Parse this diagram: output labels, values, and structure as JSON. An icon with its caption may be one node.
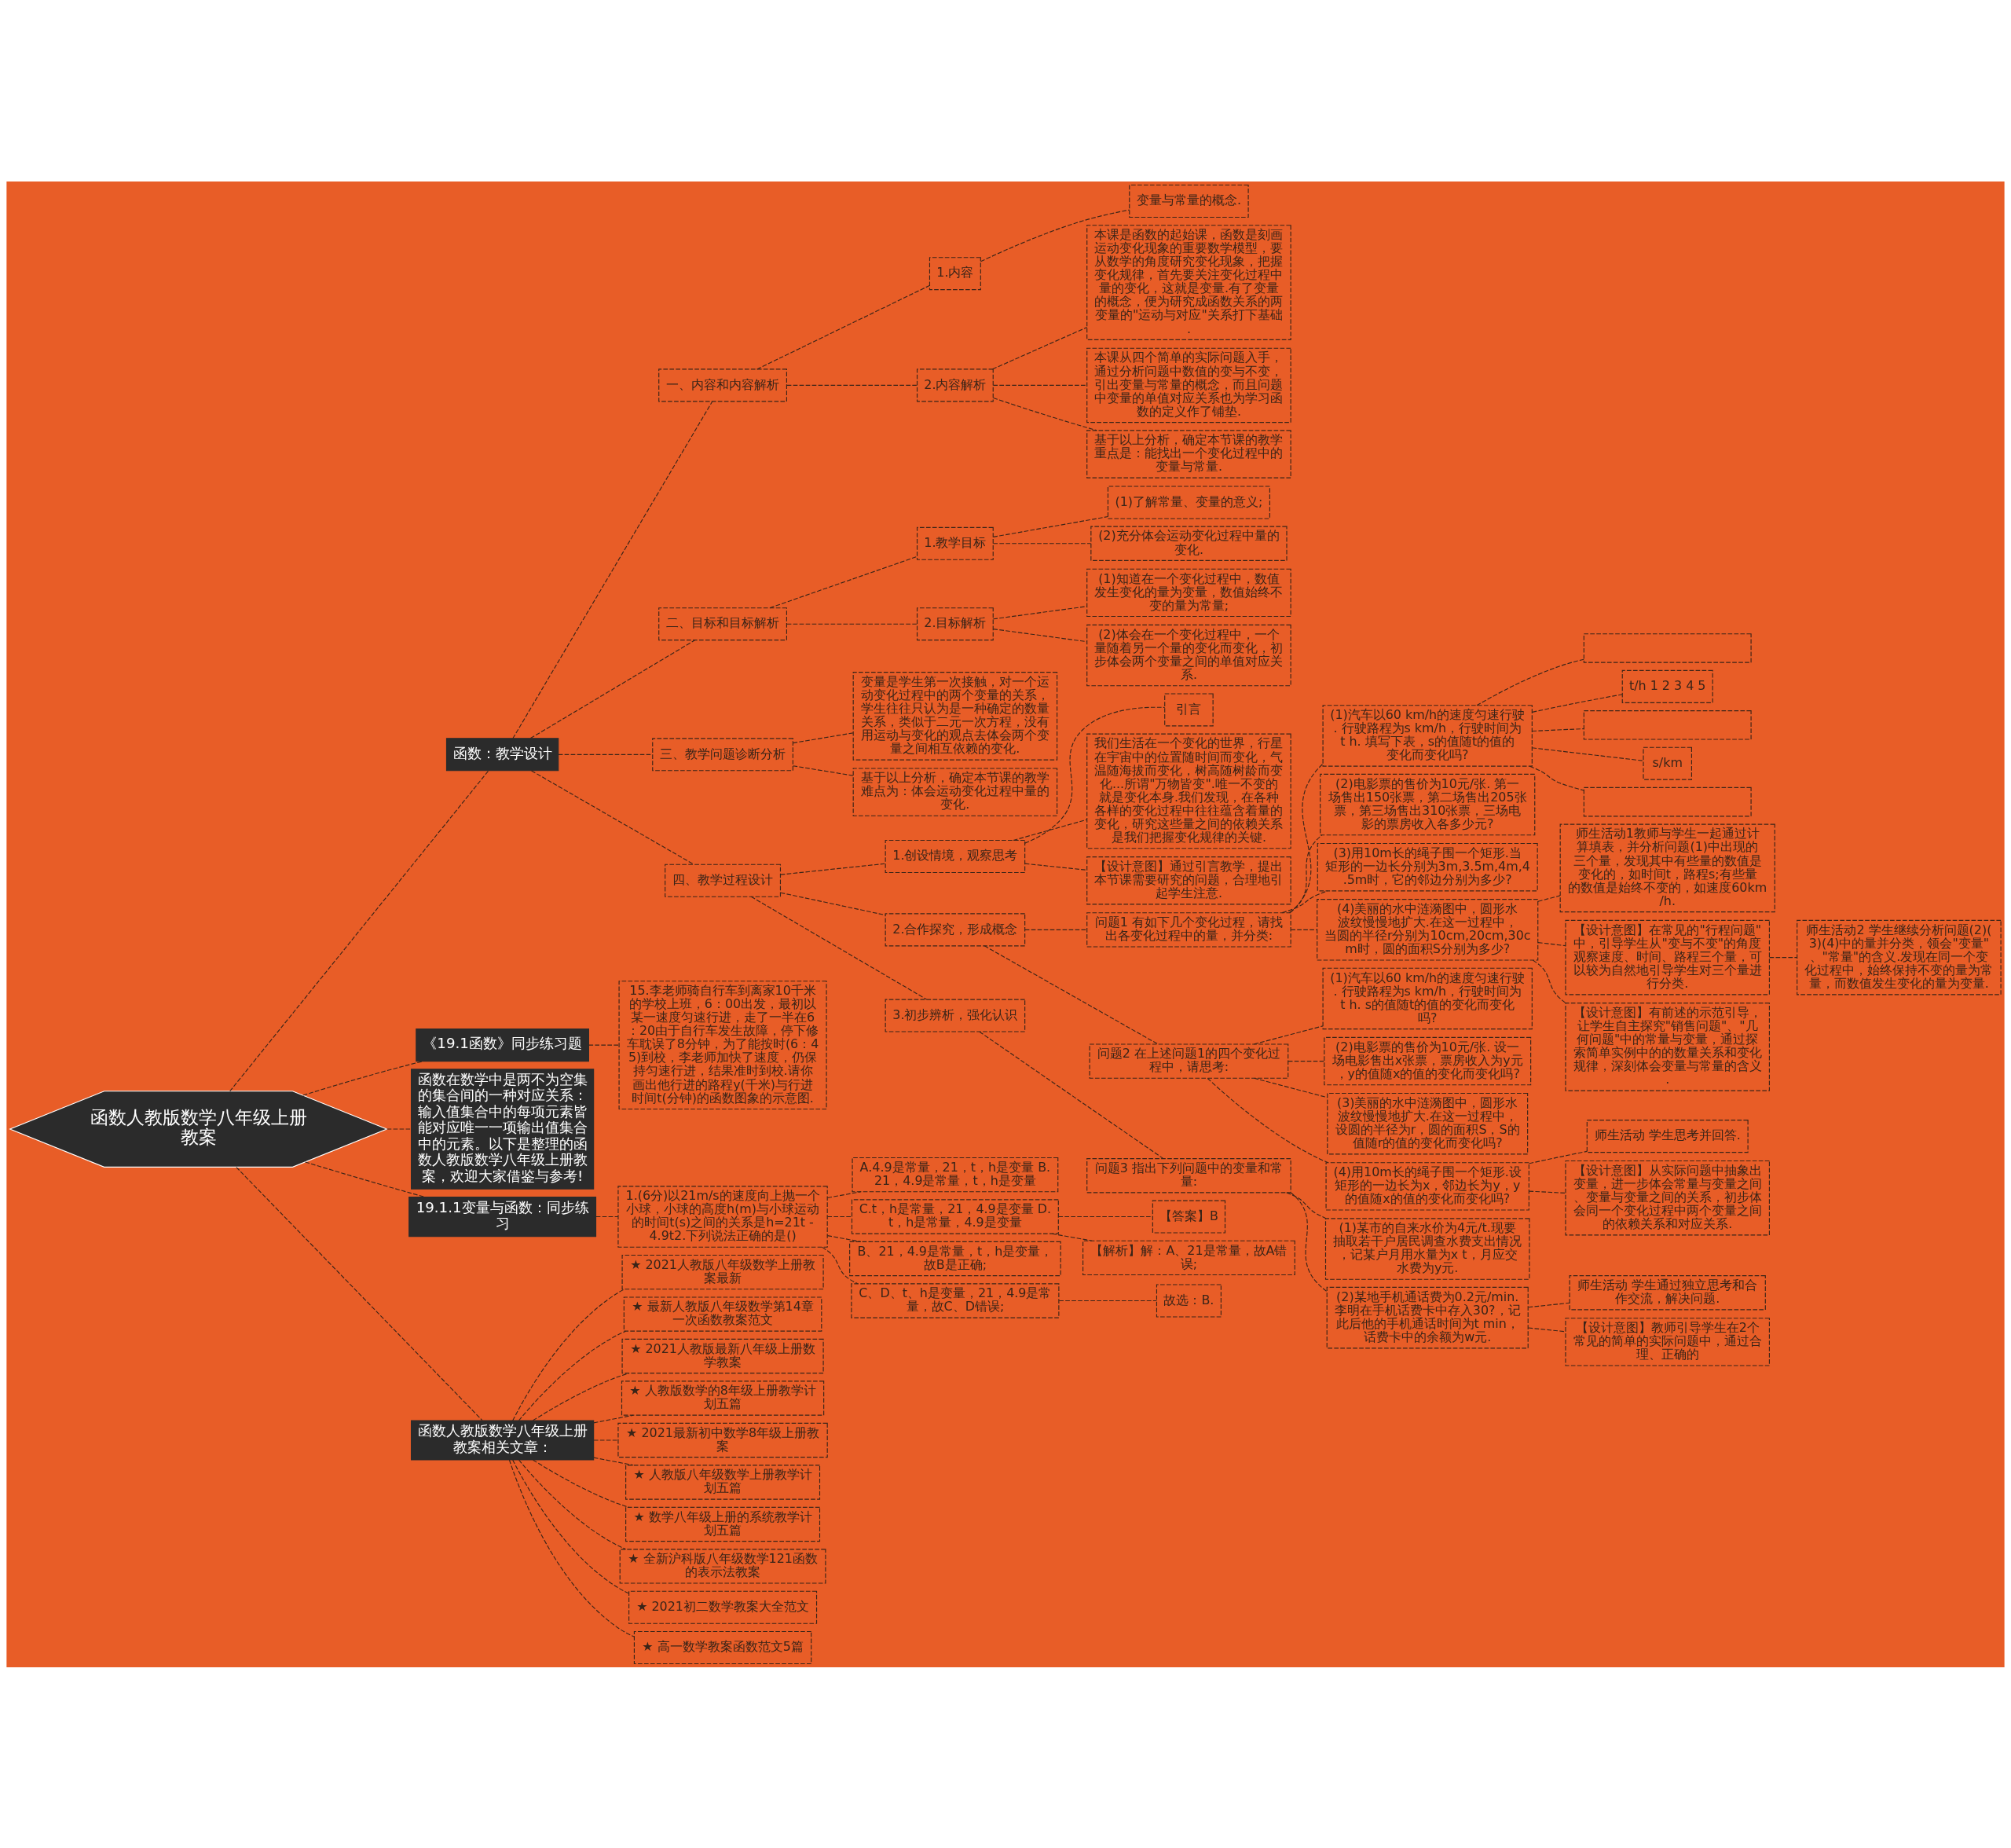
{
  "diagram": {
    "nodes": [
      {
        "text": [
          "函数人教版数学八年级上册教案"
        ]
      },
      {
        "text": [
          "函数：教学设计"
        ]
      },
      {
        "text": [
          "一、内容和内容解析"
        ]
      },
      {
        "text": [
          "1.内容"
        ]
      },
      {
        "text": [
          "变量与常量的概念."
        ]
      },
      {
        "text": [
          "2.内容解析"
        ]
      },
      {
        "text": [
          "本课是函数的起始课，函数是刻画运动变化现象的重要数学模型，要从数学的角度研究变化现象，把握变化规律，首先要关注变化过程中量的变化，这就是变量.有了变量的概念，便为研究成函数关系的两变量的\"运动与对应\"关系打下基础."
        ]
      },
      {
        "text": [
          "本课从四个简单的实际问题入手，通过分析问题中数值的变与不变，引出变量与常量的概念，而且问题中变量的单值对应关系也为学习函数的定义作了铺垫."
        ]
      },
      {
        "text": [
          "基于以上分析，确定本节课的教学重点是：能找出一个变化过程中的变量与常量."
        ]
      },
      {
        "text": [
          "二、目标和目标解析"
        ]
      },
      {
        "text": [
          "1.教学目标"
        ]
      },
      {
        "text": [
          "(1)了解常量、变量的意义;"
        ]
      },
      {
        "text": [
          "(2)充分体会运动变化过程中量的变化."
        ]
      },
      {
        "text": [
          "2.目标解析"
        ]
      },
      {
        "text": [
          "(1)知道在一个变化过程中，数值发生变化的量为变量，数值始终不变的量为常量;"
        ]
      },
      {
        "text": [
          "(2)体会在一个变化过程中，一个量随着另一个量的变化而变化，初步体会两个变量之间的单值对应关系."
        ]
      },
      {
        "text": [
          "三、教学问题诊断分析"
        ]
      },
      {
        "text": [
          "变量是学生第一次接触，对一个运动变化过程中的两个变量的关系，学生往往只认为是一种确定的数量关系，类似于二元一次方程，没有用运动与变化的观点去体会两个变量之间相互依赖的变化."
        ]
      },
      {
        "text": [
          "基于以上分析，确定本节课的教学难点为：体会运动变化过程中量的变化."
        ]
      },
      {
        "text": [
          "四、教学过程设计"
        ]
      },
      {
        "text": [
          "1.创设情境，观察思考"
        ]
      },
      {
        "text": [
          "引言"
        ]
      },
      {
        "text": [
          "我们生活在一个变化的世界，行星在宇宙中的位置随时间而变化，气温随海拔而变化，树高随树龄而变化...所谓\"万物皆变\".唯一不变的就是变化本身.我们发现，在各种各样的变化过程中往往蕴含着量的变化，研究这些量之间的依赖关系是我们把握变化规律的关键."
        ]
      },
      {
        "text": [
          "【设计意图】通过引言教学，提出本节课需要研究的问题，合理地引起学生注意."
        ]
      },
      {
        "text": [
          "2.合作探究，形成概念"
        ]
      },
      {
        "text": [
          "问题1 有如下几个变化过程，请找出各变化过程中的量，并分类:"
        ]
      },
      {
        "text": [
          "(1)汽车以60 km/h的速度匀速行驶. 行驶路程为s km/h，行驶时间为t h. 填写下表，s的值随t的值的变化而变化吗?"
        ]
      },
      {
        "text": [],
        "shape": "box"
      },
      {
        "text": [
          "t/h 1 2 3 4 5"
        ]
      },
      {
        "text": [],
        "shape": "box"
      },
      {
        "text": [
          "s/km"
        ]
      },
      {
        "text": [],
        "shape": "box"
      },
      {
        "text": [
          "(2)电影票的售价为10元/张. 第一场售出150张票，第二场售出205张票，第三场售出310张票，三场电影的票房收入各多少元?"
        ]
      },
      {
        "text": [
          "(3)用10m长的绳子围一个矩形.当矩形的一边长分别为3m,3.5m,4m,4.5m时，它的邻边分别为多少?"
        ]
      },
      {
        "text": [
          "(4)美丽的水中涟漪图中，圆形水波纹慢慢地扩大.在这一过程中，当圆的半径r分别为10cm,20cm,30cm时，圆的面积S分别为多少?"
        ]
      },
      {
        "text": [
          "师生活动1教师与学生一起通过计算填表，并分析问题(1)中出现的三个量，发现其中有些量的数值是变化的，如时间t，路程s;有些量的数值是始终不变的，如速度60km/h."
        ]
      },
      {
        "text": [
          "【设计意图】在常见的\"行程问题\"中，引导学生从\"变与不变\"的角度观察速度、时间、路程三个量，可以较为自然地引导学生对三个量进行分类."
        ]
      },
      {
        "text": [
          "师生活动2 学生继续分析问题(2)(3)(4)中的量并分类，领会\"变量\"、\"常量\"的含义.发现在同一个变化过程中，始终保持不变的量为常量，而数值发生变化的量为变量."
        ]
      },
      {
        "text": [
          "【设计意图】有前述的示范引导，让学生自主探究\"销售问题\"、\"几何问题\"中的常量与变量，通过探索简单实例中的的数量关系和变化规律，深刻体会变量与常量的含义."
        ]
      },
      {
        "text": [
          "问题2 在上述问题1的四个变化过程中，请思考:"
        ]
      },
      {
        "text": [
          "(1)汽车以60 km/h的速度匀速行驶. 行驶路程为s km/h，行驶时间为t h. s的值随t的值的变化而变化吗?"
        ]
      },
      {
        "text": [
          "(2)电影票的售价为10元/张. 设一场电影售出x张票，票房收入为y元，y的值随x的值的变化而变化吗?"
        ]
      },
      {
        "text": [
          "(3)美丽的水中涟漪图中，圆形水波纹慢慢地扩大.在这一过程中，设圆的半径为r，圆的面积S，S的值随r的值的变化而变化吗?"
        ]
      },
      {
        "text": [
          "(4)用10m长的绳子围一个矩形.设矩形的一边长为x，邻边长为y，y的值随x的值的变化而变化吗?"
        ]
      },
      {
        "text": [
          "师生活动 学生思考并回答."
        ]
      },
      {
        "text": [
          "【设计意图】从实际问题中抽象出变量，进一步体会常量与变量之间、变量与变量之间的关系，初步体会同一个变化过程中两个变量之间的依赖关系和对应关系."
        ]
      },
      {
        "text": [
          "3.初步辨析，强化认识"
        ]
      },
      {
        "text": [
          "问题3 指出下列问题中的变量和常量:"
        ]
      },
      {
        "text": [
          "(1)某市的自来水价为4元/t.现要抽取若干户居民调查水费支出情况，记某户月用水量为x t，月应交水费为y元."
        ]
      },
      {
        "text": [
          "(2)某地手机通话费为0.2元/min.李明在手机话费卡中存入30?，记此后他的手机通话时间为t min，话费卡中的余额为w元."
        ]
      },
      {
        "text": [
          "师生活动 学生通过独立思考和合作交流，解决问题."
        ]
      },
      {
        "text": [
          "【设计意图】教师引导学生在2个常见的简单的实际问题中，通过合理、正确的"
        ]
      },
      {
        "text": [
          "《19.1函数》同步练习题"
        ]
      },
      {
        "text": [
          "15.李老师骑自行车到离家10千米的学校上班，6：00出发，最初以某一速度匀速行进，走了一半在6：20由于自行车发生故障，停下修车耽误了8分钟，为了能按时(6：45)到校，李老师加快了速度，仍保持匀速行进，结果准时到校.请你画出他行进的路程y(千米)与行进时间t(分钟)的函数图象的示意图."
        ]
      },
      {
        "text": [
          "函数在数学中是两不为空集的集合间的一种对应关系：输入值集合中的每项元素皆能对应唯一一项输出值集合中的元素。以下是整理的函数人教版数学八年级上册教案，欢迎大家借鉴与参考!"
        ]
      },
      {
        "text": [
          "19.1.1变量与函数：同步练习"
        ]
      },
      {
        "text": [
          "1.(6分)以21m/s的速度向上抛一个小球，小球的高度h(m)与小球运动的时间t(s)之间的关系是h=21t - 4.9t2.下列说法正确的是()"
        ]
      },
      {
        "text": [
          "A.4.9是常量，21，t，h是变量 B.21，4.9是常量，t，h是变量"
        ]
      },
      {
        "text": [
          "C.t，h是常量，21，4.9是变量 D.t，h是常量，4.9是变量"
        ]
      },
      {
        "text": [
          "【答案】B"
        ]
      },
      {
        "text": [
          "【解析】解：A、21是常量，故A错误;"
        ]
      },
      {
        "text": [
          "B、21，4.9是常量，t，h是变量，故B是正确;"
        ]
      },
      {
        "text": [
          "C、D、t、h是变量，21，4.9是常量，故C、D错误;"
        ]
      },
      {
        "text": [
          "故选：B."
        ]
      },
      {
        "text": [
          "函数人教版数学八年级上册教案相关文章："
        ]
      },
      {
        "text": [
          "★ 2021人教版八年级数学上册教案最新"
        ]
      },
      {
        "text": [
          "★ 最新人教版八年级数学第14章一次函数教案范文"
        ]
      },
      {
        "text": [
          "★ 2021人教版最新八年级上册数学教案"
        ]
      },
      {
        "text": [
          "★ 人教版数学的8年级上册教学计划五篇"
        ]
      },
      {
        "text": [
          "★ 2021最新初中数学8年级上册教案"
        ]
      },
      {
        "text": [
          "★ 人教版八年级数学上册教学计划五篇"
        ]
      },
      {
        "text": [
          "★ 数学八年级上册的系统教学计划五篇"
        ]
      },
      {
        "text": [
          "★ 全新沪科版八年级数学121函数的表示法教案"
        ]
      },
      {
        "text": [
          "★ 2021初二数学教案大全范文"
        ]
      },
      {
        "text": [
          "★ 高一数学教案函数范文5篇"
        ]
      }
    ],
    "edges": [
      {
        "from": 0,
        "to": 1,
        "arrow": "none"
      },
      {
        "from": 1,
        "to": 2,
        "arrow": "none"
      },
      {
        "from": 2,
        "to": 3,
        "arrow": "none"
      },
      {
        "from": 3,
        "to": 4,
        "arrow": "none"
      },
      {
        "from": 2,
        "to": 5,
        "arrow": "none"
      },
      {
        "from": 5,
        "to": 6,
        "arrow": "none"
      },
      {
        "from": 5,
        "to": 7,
        "arrow": "none"
      },
      {
        "from": 5,
        "to": 8,
        "arrow": "none"
      },
      {
        "from": 1,
        "to": 9,
        "arrow": "none"
      },
      {
        "from": 9,
        "to": 10,
        "arrow": "none"
      },
      {
        "from": 10,
        "to": 11,
        "arrow": "none"
      },
      {
        "from": 10,
        "to": 12,
        "arrow": "none"
      },
      {
        "from": 9,
        "to": 13,
        "arrow": "none"
      },
      {
        "from": 13,
        "to": 14,
        "arrow": "none"
      },
      {
        "from": 13,
        "to": 15,
        "arrow": "none"
      },
      {
        "from": 1,
        "to": 16,
        "arrow": "none"
      },
      {
        "from": 16,
        "to": 17,
        "arrow": "none"
      },
      {
        "from": 16,
        "to": 18,
        "arrow": "none"
      },
      {
        "from": 1,
        "to": 19,
        "arrow": "none"
      },
      {
        "from": 19,
        "to": 20,
        "arrow": "none"
      },
      {
        "from": 20,
        "to": 21,
        "arrow": "none"
      },
      {
        "from": 20,
        "to": 22,
        "arrow": "none"
      },
      {
        "from": 20,
        "to": 23,
        "arrow": "none"
      },
      {
        "from": 19,
        "to": 24,
        "arrow": "none"
      },
      {
        "from": 24,
        "to": 25,
        "arrow": "none"
      },
      {
        "from": 25,
        "to": 26,
        "arrow": "none"
      },
      {
        "from": 26,
        "to": 27,
        "arrow": "none"
      },
      {
        "from": 26,
        "to": 28,
        "arrow": "none"
      },
      {
        "from": 26,
        "to": 29,
        "arrow": "none"
      },
      {
        "from": 26,
        "to": 30,
        "arrow": "none"
      },
      {
        "from": 26,
        "to": 31,
        "arrow": "none"
      },
      {
        "from": 25,
        "to": 32,
        "arrow": "none"
      },
      {
        "from": 25,
        "to": 33,
        "arrow": "none"
      },
      {
        "from": 25,
        "to": 34,
        "arrow": "none"
      },
      {
        "from": 34,
        "to": 35,
        "arrow": "none"
      },
      {
        "from": 34,
        "to": 36,
        "arrow": "none"
      },
      {
        "from": 36,
        "to": 37,
        "arrow": "none"
      },
      {
        "from": 34,
        "to": 38,
        "arrow": "none"
      },
      {
        "from": 24,
        "to": 39,
        "arrow": "none"
      },
      {
        "from": 39,
        "to": 40,
        "arrow": "none"
      },
      {
        "from": 39,
        "to": 41,
        "arrow": "none"
      },
      {
        "from": 39,
        "to": 42,
        "arrow": "none"
      },
      {
        "from": 39,
        "to": 43,
        "arrow": "none"
      },
      {
        "from": 43,
        "to": 44,
        "arrow": "none"
      },
      {
        "from": 43,
        "to": 45,
        "arrow": "none"
      },
      {
        "from": 19,
        "to": 46,
        "arrow": "none"
      },
      {
        "from": 46,
        "to": 47,
        "arrow": "none"
      },
      {
        "from": 47,
        "to": 48,
        "arrow": "none"
      },
      {
        "from": 47,
        "to": 49,
        "arrow": "none"
      },
      {
        "from": 49,
        "to": 50,
        "arrow": "none"
      },
      {
        "from": 49,
        "to": 51,
        "arrow": "none"
      },
      {
        "from": 0,
        "to": 52,
        "arrow": "none"
      },
      {
        "from": 52,
        "to": 53,
        "arrow": "none"
      },
      {
        "from": 0,
        "to": 54,
        "arrow": "none"
      },
      {
        "from": 0,
        "to": 55,
        "arrow": "none"
      },
      {
        "from": 55,
        "to": 56,
        "arrow": "none"
      },
      {
        "from": 56,
        "to": 57,
        "arrow": "none"
      },
      {
        "from": 56,
        "to": 58,
        "arrow": "none"
      },
      {
        "from": 58,
        "to": 59,
        "arrow": "none"
      },
      {
        "from": 58,
        "to": 60,
        "arrow": "none"
      },
      {
        "from": 56,
        "to": 61,
        "arrow": "none"
      },
      {
        "from": 56,
        "to": 62,
        "arrow": "none"
      },
      {
        "from": 62,
        "to": 63,
        "arrow": "none"
      },
      {
        "from": 0,
        "to": 64,
        "arrow": "none"
      },
      {
        "from": 64,
        "to": 65,
        "arrow": "none"
      },
      {
        "from": 64,
        "to": 66,
        "arrow": "none"
      },
      {
        "from": 64,
        "to": 67,
        "arrow": "none"
      },
      {
        "from": 64,
        "to": 68,
        "arrow": "none"
      },
      {
        "from": 64,
        "to": 69,
        "arrow": "none"
      },
      {
        "from": 64,
        "to": 70,
        "arrow": "none"
      },
      {
        "from": 64,
        "to": 71,
        "arrow": "none"
      },
      {
        "from": 64,
        "to": 72,
        "arrow": "none"
      },
      {
        "from": 64,
        "to": 73,
        "arrow": "none"
      },
      {
        "from": 64,
        "to": 74,
        "arrow": "none"
      }
    ]
  }
}
